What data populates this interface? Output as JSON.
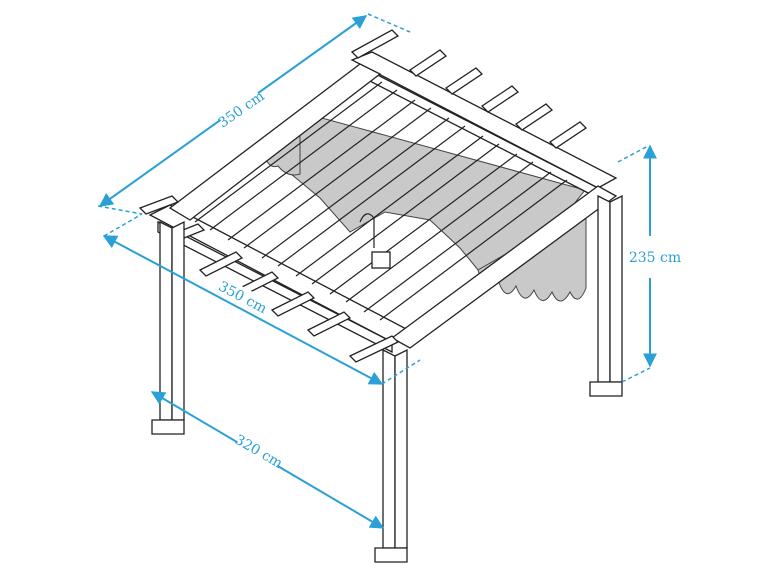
{
  "dimensions": {
    "top_length": "350 cm",
    "front_width": "350 cm",
    "post_spacing": "320 cm",
    "height": "235 cm"
  },
  "colors": {
    "dimension": "#2aa0d6",
    "line": "#222222",
    "canopy": "#c9c9c9"
  }
}
